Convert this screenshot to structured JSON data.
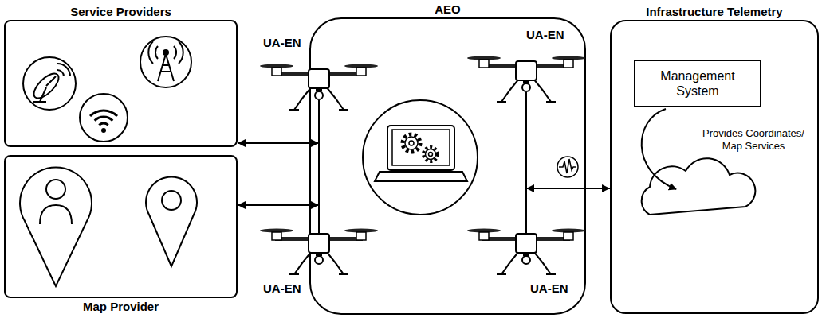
{
  "diagram": {
    "nodes": [
      {
        "text": [
          "Service Providers"
        ]
      },
      {
        "text": [
          "Map Provider"
        ]
      },
      {
        "text": [
          "AEO"
        ]
      },
      {
        "text": [
          "UA-EN"
        ],
        "in": 2
      },
      {
        "text": [
          "UA-EN"
        ],
        "in": 2
      },
      {
        "text": [
          "UA-EN"
        ],
        "in": 2
      },
      {
        "text": [
          "UA-EN"
        ],
        "in": 2
      },
      {
        "text": [
          "Infrastructure Telemetry"
        ]
      },
      {
        "text": [
          "Management System"
        ],
        "in": 7
      }
    ],
    "edges": [
      {
        "from": 0,
        "to": 3,
        "arrow": "both"
      },
      {
        "from": 3,
        "to": 4,
        "arrow": "none"
      },
      {
        "from": 1,
        "to": 4,
        "arrow": "both"
      },
      {
        "from": 5,
        "to": 6,
        "arrow": "none"
      },
      {
        "from": 2,
        "to": 7,
        "arrow": "both"
      }
    ],
    "labels": [
      "Provides Coordinates/ Map Services"
    ]
  }
}
